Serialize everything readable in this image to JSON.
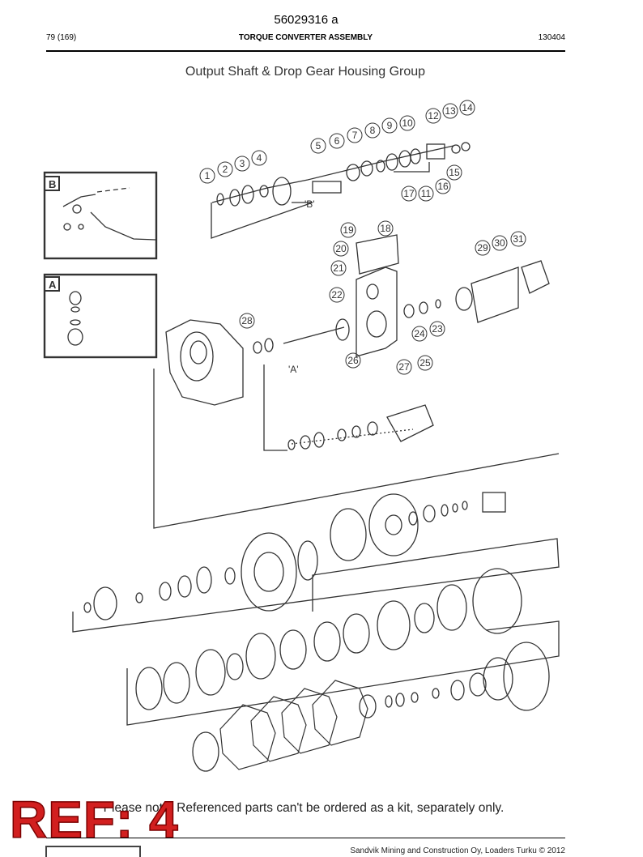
{
  "header": {
    "doc_id": "56029316 a",
    "page": "79 (169)",
    "section": "TORQUE CONVERTER ASSEMBLY",
    "code": "130404"
  },
  "diagram": {
    "title": "Output Shaft & Drop Gear Housing Group",
    "view_b_label": "B",
    "view_a_label": "A",
    "ref_b": "'B'",
    "ref_a": "'A'",
    "callouts": [
      "1",
      "2",
      "3",
      "4",
      "5",
      "6",
      "7",
      "8",
      "9",
      "10",
      "11",
      "12",
      "13",
      "14",
      "15",
      "16",
      "17",
      "18",
      "19",
      "20",
      "21",
      "22",
      "23",
      "24",
      "25",
      "26",
      "27",
      "28",
      "29",
      "30",
      "31"
    ]
  },
  "footer": {
    "note": "Please note: Referenced parts can't be ordered as a kit, separately only.",
    "ref_stamp": "REF: 4",
    "copyright": "Sandvik Mining and Construction Oy, Loaders Turku © 2012"
  }
}
